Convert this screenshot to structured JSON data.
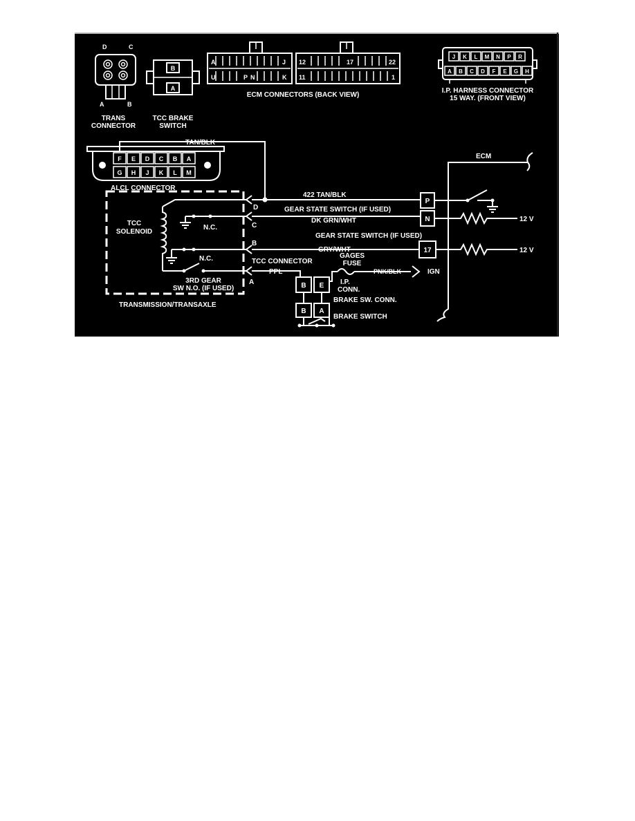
{
  "connectors": {
    "trans": {
      "label_line1": "TRANS",
      "label_line2": "CONNECTOR",
      "pins_top": [
        "D",
        "C"
      ],
      "pins_bottom": [
        "A",
        "B"
      ]
    },
    "tcc_brake": {
      "label_line1": "TCC BRAKE",
      "label_line2": "SWITCH",
      "pin_top": "B",
      "pin_bottom": "A"
    },
    "ecm": {
      "label": "ECM CONNECTORS (BACK VIEW)",
      "left_top": [
        "A",
        "J"
      ],
      "left_bottom": [
        "U",
        "P",
        "N",
        "K"
      ],
      "right_top": [
        "12",
        "17",
        "22"
      ],
      "right_bottom": [
        "11",
        "1"
      ]
    },
    "ip_harness": {
      "label_line1": "I.P. HARNESS CONNECTOR",
      "label_line2": "15 WAY. (FRONT VIEW)",
      "top_pins": [
        "J",
        "K",
        "L",
        "M",
        "N",
        "P",
        "R"
      ],
      "bottom_pins": [
        "A",
        "B",
        "C",
        "D",
        "F",
        "E",
        "G",
        "H"
      ]
    },
    "alcl": {
      "label": "ALCL CONNECTOR",
      "top_pins": [
        "F",
        "E",
        "D",
        "C",
        "B",
        "A"
      ],
      "bottom_pins": [
        "G",
        "H",
        "J",
        "K",
        "L",
        "M"
      ]
    }
  },
  "wires": {
    "tan_blk": "TAN/BLK",
    "w422": "422 TAN/BLK",
    "gear_state_1": "GEAR STATE SWITCH (IF USED)",
    "dk_grn_wht": "DK GRN/WHT",
    "gear_state_2": "GEAR STATE SWITCH (IF USED)",
    "gry_wht": "GRY/WHT",
    "ppl": "PPL",
    "pnk_blk": "PNK/BLK",
    "ign": "IGN"
  },
  "transmission": {
    "label": "TRANSMISSION/TRANSAXLE",
    "solenoid_line1": "TCC",
    "solenoid_line2": "SOLENOID",
    "nc1": "N.C.",
    "nc2": "N.C.",
    "third_gear_line1": "3RD GEAR",
    "third_gear_line2": "SW N.O. (IF USED)",
    "tcc_connector": "TCC CONNECTOR",
    "terminals": [
      "D",
      "C",
      "B",
      "A"
    ]
  },
  "ecm": {
    "label": "ECM",
    "pins": [
      "P",
      "N",
      "17"
    ],
    "voltage_1": "12 V",
    "voltage_2": "12 V"
  },
  "brake": {
    "gages_line1": "GAGES",
    "gages_line2": "FUSE",
    "ip_conn_line1": "I.P.",
    "ip_conn_line2": "CONN.",
    "sw_conn": "BRAKE SW. CONN.",
    "switch": "BRAKE SWITCH",
    "conn_pins": [
      "B",
      "E"
    ],
    "switch_pins": [
      "B",
      "A"
    ]
  }
}
